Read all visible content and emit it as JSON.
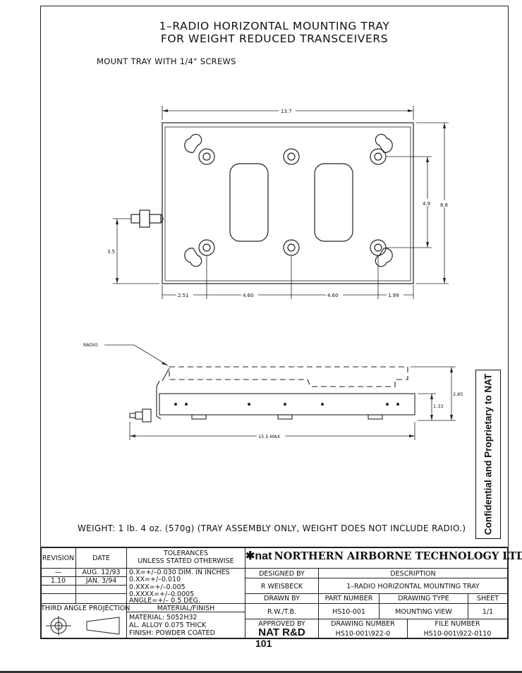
{
  "title_line1": "1–RADIO HORIZONTAL MOUNTING TRAY",
  "title_line2": "FOR WEIGHT REDUCED TRANSCEIVERS",
  "instruction": "MOUNT TRAY WITH 1/4\" SCREWS",
  "dims": {
    "overall_width": "13.7",
    "height_outer": "8.6",
    "height_inner": "4.9",
    "connector_offset": "3.5",
    "spacing_a": "2.51",
    "spacing_b": "4.60",
    "spacing_c": "4.60",
    "spacing_d": "1.99",
    "side_label_radio": "RADIO",
    "side_height_total": "2.85",
    "side_height_tray": "1.33",
    "side_length": "15.5 MAX"
  },
  "weight_note": "WEIGHT: 1 lb. 4 oz. (570g) (TRAY ASSEMBLY ONLY, WEIGHT DOES NOT INCLUDE RADIO.)",
  "confidential": "Confidential and Proprietary to NAT",
  "title_block": {
    "revision_header": "REVISION",
    "date_header": "DATE",
    "revisions": [
      {
        "rev": "—",
        "date": "AUG. 12/93"
      },
      {
        "rev": "1.10",
        "date": "JAN. 3/94"
      }
    ],
    "tolerances_line1": "TOLERANCES",
    "tolerances_line2": "UNLESS STATED OTHERWISE",
    "tol": [
      "0.X=+/–0.030  DIM. IN INCHES",
      "0.XX=+/–0.010",
      "0.XXX=+/–0.005",
      "0.XXXX=+/–0.0005",
      "ANGLE=+/– 0.5 DEG."
    ],
    "projection": "THIRD ANGLE PROJECTION",
    "material_header": "MATERIAL/FINISH",
    "material": [
      "MATERIAL: 5052H32",
      "AL. ALLOY 0.075 THICK",
      "FINISH: POWDER COATED"
    ],
    "logo": "✱nat",
    "company": "NORTHERN AIRBORNE TECHNOLOGY LTD.",
    "designed_by_label": "DESIGNED BY",
    "designed_by": "R WEISBECK",
    "drawn_by_label": "DRAWN BY",
    "drawn_by": "R.W./T.B.",
    "approved_by_label": "APPROVED BY",
    "approved_by": "NAT R&D",
    "description_label": "DESCRIPTION",
    "description": "1–RADIO HORIZONTAL MOUNTING TRAY",
    "part_number_label": "PART NUMBER",
    "part_number": "HS10-001",
    "drawing_type_label": "DRAWING TYPE",
    "drawing_type": "MOUNTING VIEW",
    "sheet_label": "SHEET",
    "sheet": "1/1",
    "drawing_number_label": "DRAWING NUMBER",
    "drawing_number": "HS10-001\\922-0",
    "file_number_label": "FILE NUMBER",
    "file_number": "HS10-001\\922-0110"
  },
  "page_number": "101"
}
